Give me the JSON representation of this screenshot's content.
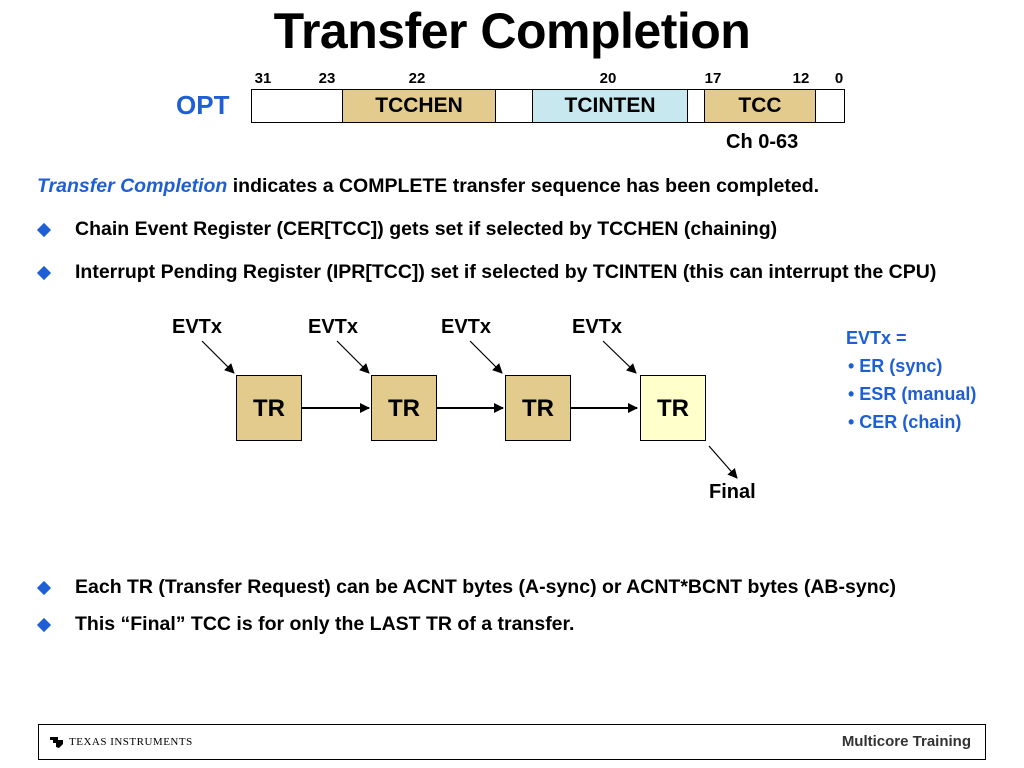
{
  "title": "Transfer Completion",
  "register": {
    "label": "OPT",
    "bit_numbers": [
      "31",
      "23",
      "22",
      "20",
      "17",
      "12",
      "0"
    ],
    "fields": {
      "tcchen": "TCCHEN",
      "tcinten": "TCINTEN",
      "tcc": "TCC"
    },
    "tcc_note": "Ch 0-63"
  },
  "intro": {
    "emphasis": "Transfer Completion",
    "rest": " indicates a COMPLETE transfer sequence has been completed."
  },
  "bullets_top": [
    "Chain Event Register (CER[TCC]) gets set if selected by TCCHEN (chaining)",
    "Interrupt Pending Register (IPR[TCC]) set if selected by TCINTEN (this can interrupt the CPU)"
  ],
  "diagram": {
    "event_label": "EVTx",
    "tr_label": "TR",
    "final_label": "Final"
  },
  "legend": {
    "title": "EVTx =",
    "items": [
      "• ER (sync)",
      "• ESR (manual)",
      "• CER (chain)"
    ]
  },
  "bullets_bottom": [
    "Each TR (Transfer Request) can be ACNT bytes (A-sync) or ACNT*BCNT bytes (AB-sync)",
    "This “Final” TCC is for only the LAST TR of a transfer."
  ],
  "footer": {
    "company": "TEXAS INSTRUMENTS",
    "training": "Multicore Training"
  },
  "colors": {
    "accent_blue": "#1f5fd6",
    "field_tan": "#e2cb8d",
    "field_cyan": "#c7e8ef",
    "final_tr": "#ffffcc"
  }
}
